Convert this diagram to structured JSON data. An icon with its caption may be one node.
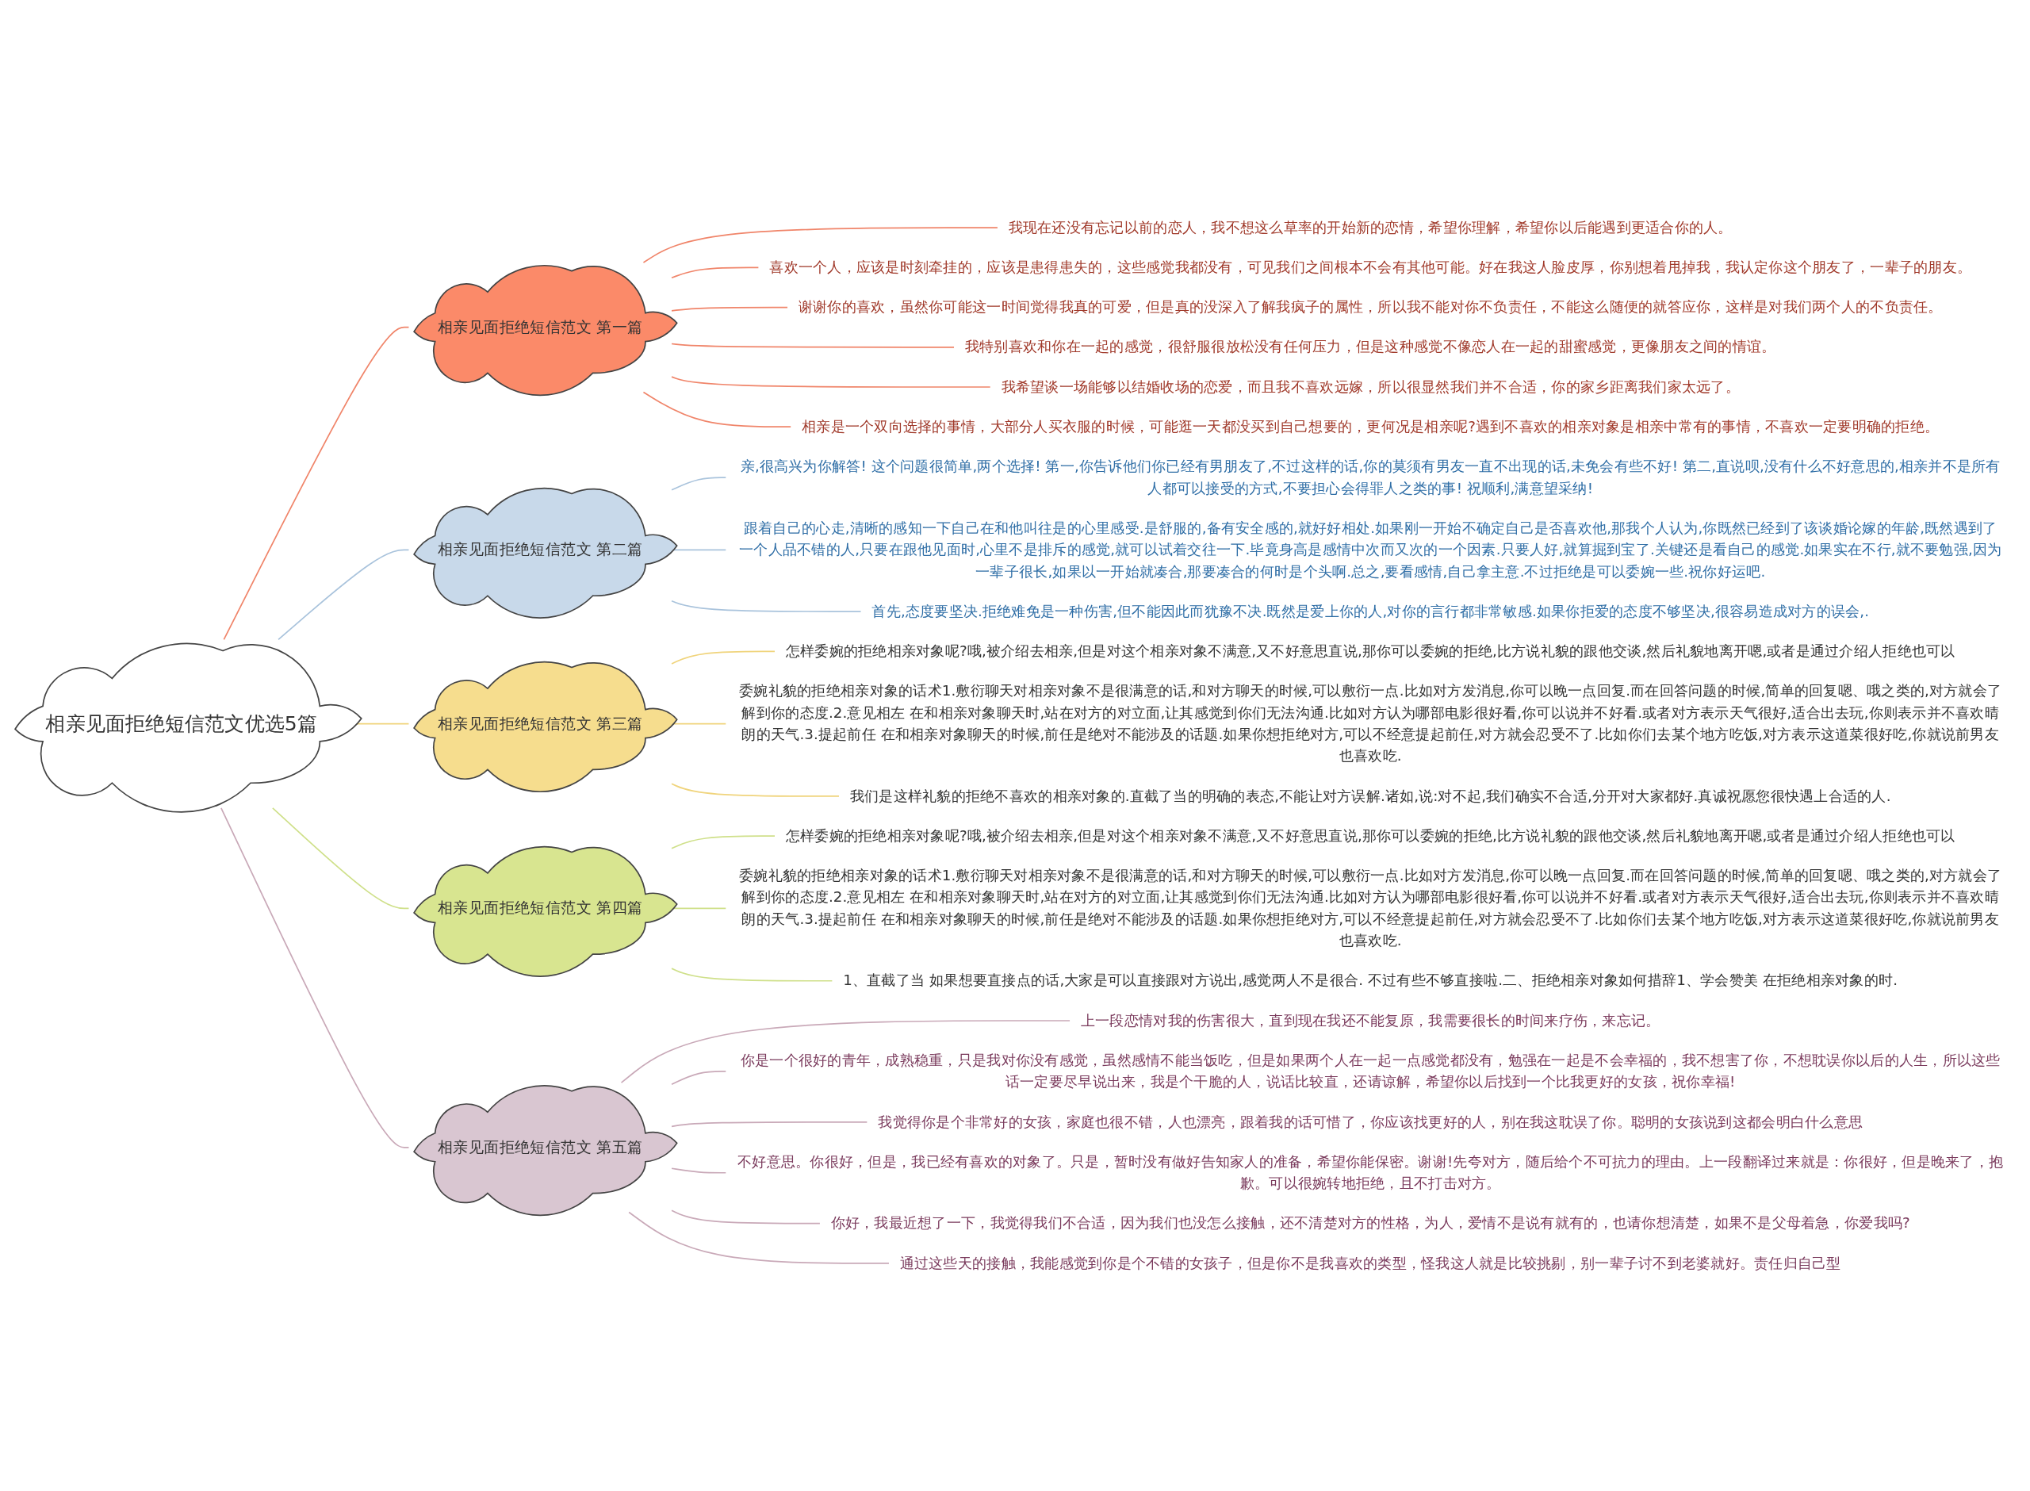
{
  "diagram": {
    "nodes": [
      {
        "text": [
          "相亲见面拒绝短信范文优选5篇"
        ]
      },
      {
        "text": [
          "相亲见面拒绝短信范文 第一篇"
        ]
      },
      {
        "text": [
          "我现在还没有忘记以前的恋人，我不想这么草率的开始新的恋情，希望你理解，希望你以后能遇到更适合你的人。"
        ]
      },
      {
        "text": [
          "喜欢一个人，应该是时刻牵挂的，应该是患得患失的，这些感觉我都没有，可见我们之间根本不会有其他可能。好在我这人脸皮厚，你别想着甩掉我，我认定你这个朋友了，一辈子的朋友。"
        ]
      },
      {
        "text": [
          "谢谢你的喜欢，虽然你可能这一时间觉得我真的可爱，但是真的没深入了解我疯子的属性，所以我不能对你不负责任，不能这么随便的就答应你，这样是对我们两个人的不负责任。"
        ]
      },
      {
        "text": [
          "我特别喜欢和你在一起的感觉，很舒服很放松没有任何压力，但是这种感觉不像恋人在一起的甜蜜感觉，更像朋友之间的情谊。"
        ]
      },
      {
        "text": [
          "我希望谈一场能够以结婚收场的恋爱，而且我不喜欢远嫁，所以很显然我们并不合适，你的家乡距离我们家太远了。"
        ]
      },
      {
        "text": [
          "相亲是一个双向选择的事情，大部分人买衣服的时候，可能逛一天都没买到自己想要的，更何况是相亲呢?遇到不喜欢的相亲对象是相亲中常有的事情，不喜欢一定要明确的拒绝。"
        ]
      },
      {
        "text": [
          "相亲见面拒绝短信范文 第二篇"
        ]
      },
      {
        "text": [
          "亲,很高兴为你解答! 这个问题很简单,两个选择! 第一,你告诉他们你已经有男朋友了,不过这样的话,你的莫须有男友一直不出现的话,未免会有些不好! 第二,直说呗,没有什么不好意思的,相亲并不是所有人都可以接受的方式,不要担心会得罪人之类的事! 祝顺利,满意望采纳!"
        ]
      },
      {
        "text": [
          "跟着自己的心走,清晰的感知一下自己在和他叫往是的心里感受.是舒服的,备有安全感的,就好好相处.如果刚一开始不确定自己是否喜欢他,那我个人认为,你既然已经到了该谈婚论嫁的年龄,既然遇到了一个人品不错的人,只要在跟他见面时,心里不是排斥的感觉,就可以试着交往一下.毕竟身高是感情中次而又次的一个因素.只要人好,就算掘到宝了.关键还是看自己的感觉.如果实在不行,就不要勉强,因为一辈子很长,如果以一开始就凑合,那要凑合的何时是个头啊.总之,要看感情,自己拿主意.不过拒绝是可以委婉一些.祝你好运吧."
        ]
      },
      {
        "text": [
          "首先,态度要坚决.拒绝难免是一种伤害,但不能因此而犹豫不决.既然是爱上你的人,对你的言行都非常敏感.如果你拒爱的态度不够坚决,很容易造成对方的误会,."
        ]
      },
      {
        "text": [
          "相亲见面拒绝短信范文 第三篇"
        ]
      },
      {
        "text": [
          "怎样委婉的拒绝相亲对象呢?哦,被介绍去相亲,但是对这个相亲对象不满意,又不好意思直说,那你可以委婉的拒绝,比方说礼貌的跟他交谈,然后礼貌地离开嗯,或者是通过介绍人拒绝也可以"
        ]
      },
      {
        "text": [
          "委婉礼貌的拒绝相亲对象的话术1.敷衍聊天对相亲对象不是很满意的话,和对方聊天的时候,可以敷衍一点.比如对方发消息,你可以晚一点回复.而在回答问题的时候,简单的回复嗯、哦之类的,对方就会了解到你的态度.2.意见相左 在和相亲对象聊天时,站在对方的对立面,让其感觉到你们无法沟通.比如对方认为哪部电影很好看,你可以说并不好看.或者对方表示天气很好,适合出去玩,你则表示并不喜欢晴朗的天气.3.提起前任 在和相亲对象聊天的时候,前任是绝对不能涉及的话题.如果你想拒绝对方,可以不经意提起前任,对方就会忍受不了.比如你们去某个地方吃饭,对方表示这道菜很好吃,你就说前男友也喜欢吃."
        ]
      },
      {
        "text": [
          "我们是这样礼貌的拒绝不喜欢的相亲对象的.直截了当的明确的表态,不能让对方误解.诸如,说:对不起,我们确实不合适,分开对大家都好.真诚祝愿您很快遇上合适的人."
        ]
      },
      {
        "text": [
          "相亲见面拒绝短信范文 第四篇"
        ]
      },
      {
        "text": [
          "怎样委婉的拒绝相亲对象呢?哦,被介绍去相亲,但是对这个相亲对象不满意,又不好意思直说,那你可以委婉的拒绝,比方说礼貌的跟他交谈,然后礼貌地离开嗯,或者是通过介绍人拒绝也可以"
        ]
      },
      {
        "text": [
          "委婉礼貌的拒绝相亲对象的话术1.敷衍聊天对相亲对象不是很满意的话,和对方聊天的时候,可以敷衍一点.比如对方发消息,你可以晚一点回复.而在回答问题的时候,简单的回复嗯、哦之类的,对方就会了解到你的态度.2.意见相左 在和相亲对象聊天时,站在对方的对立面,让其感觉到你们无法沟通.比如对方认为哪部电影很好看,你可以说并不好看.或者对方表示天气很好,适合出去玩,你则表示并不喜欢晴朗的天气.3.提起前任 在和相亲对象聊天的时候,前任是绝对不能涉及的话题.如果你想拒绝对方,可以不经意提起前任,对方就会忍受不了.比如你们去某个地方吃饭,对方表示这道菜很好吃,你就说前男友也喜欢吃."
        ]
      },
      {
        "text": [
          "1、直截了当 如果想要直接点的话,大家是可以直接跟对方说出,感觉两人不是很合. 不过有些不够直接啦.二、拒绝相亲对象如何措辞1、学会赞美 在拒绝相亲对象的时."
        ]
      },
      {
        "text": [
          "相亲见面拒绝短信范文 第五篇"
        ]
      },
      {
        "text": [
          "上一段恋情对我的伤害很大，直到现在我还不能复原，我需要很长的时间来疗伤，来忘记。"
        ]
      },
      {
        "text": [
          "你是一个很好的青年，成熟稳重，只是我对你没有感觉，虽然感情不能当饭吃，但是如果两个人在一起一点感觉都没有，勉强在一起是不会幸福的，我不想害了你，不想耽误你以后的人生，所以这些话一定要尽早说出来，我是个干脆的人，说话比较直，还请谅解，希望你以后找到一个比我更好的女孩，祝你幸福!"
        ]
      },
      {
        "text": [
          "我觉得你是个非常好的女孩，家庭也很不错，人也漂亮，跟着我的话可惜了，你应该找更好的人，别在我这耽误了你。聪明的女孩说到这都会明白什么意思"
        ]
      },
      {
        "text": [
          "不好意思。你很好，但是，我已经有喜欢的对象了。只是，暂时没有做好告知家人的准备，希望你能保密。谢谢!先夸对方，随后给个不可抗力的理由。上一段翻译过来就是：你很好，但是晚来了，抱歉。可以很婉转地拒绝，且不打击对方。"
        ]
      },
      {
        "text": [
          "你好，我最近想了一下，我觉得我们不合适，因为我们也没怎么接触，还不清楚对方的性格，为人，爱情不是说有就有的，也请你想清楚，如果不是父母着急，你爱我吗?"
        ]
      },
      {
        "text": [
          "通过这些天的接触，我能感觉到你是个不错的女孩子，但是你不是我喜欢的类型，怪我这人就是比较挑剔，别一辈子讨不到老婆就好。责任归自己型"
        ]
      }
    ],
    "edges": [
      {
        "from": 0,
        "to": 1,
        "arrow": "none",
        "color": "#f0856a"
      },
      {
        "from": 1,
        "to": 2,
        "arrow": "none",
        "color": "#f0856a"
      },
      {
        "from": 1,
        "to": 3,
        "arrow": "none",
        "color": "#f0856a"
      },
      {
        "from": 1,
        "to": 4,
        "arrow": "none",
        "color": "#f0856a"
      },
      {
        "from": 1,
        "to": 5,
        "arrow": "none",
        "color": "#f0856a"
      },
      {
        "from": 1,
        "to": 6,
        "arrow": "none",
        "color": "#f0856a"
      },
      {
        "from": 1,
        "to": 7,
        "arrow": "none",
        "color": "#f0856a"
      },
      {
        "from": 0,
        "to": 8,
        "arrow": "none",
        "color": "#a9c3dc"
      },
      {
        "from": 8,
        "to": 9,
        "arrow": "none",
        "color": "#a9c3dc"
      },
      {
        "from": 8,
        "to": 10,
        "arrow": "none",
        "color": "#a9c3dc"
      },
      {
        "from": 8,
        "to": 11,
        "arrow": "none",
        "color": "#a9c3dc"
      },
      {
        "from": 0,
        "to": 12,
        "arrow": "none",
        "color": "#f0d47c"
      },
      {
        "from": 12,
        "to": 13,
        "arrow": "none",
        "color": "#f0d47c"
      },
      {
        "from": 12,
        "to": 14,
        "arrow": "none",
        "color": "#f0d47c"
      },
      {
        "from": 12,
        "to": 15,
        "arrow": "none",
        "color": "#f0d47c"
      },
      {
        "from": 0,
        "to": 16,
        "arrow": "none",
        "color": "#cfe08a"
      },
      {
        "from": 16,
        "to": 17,
        "arrow": "none",
        "color": "#cfe08a"
      },
      {
        "from": 16,
        "to": 18,
        "arrow": "none",
        "color": "#cfe08a"
      },
      {
        "from": 16,
        "to": 19,
        "arrow": "none",
        "color": "#cfe08a"
      },
      {
        "from": 0,
        "to": 20,
        "arrow": "none",
        "color": "#c9a9b8"
      },
      {
        "from": 20,
        "to": 21,
        "arrow": "none",
        "color": "#c9a9b8"
      },
      {
        "from": 20,
        "to": 22,
        "arrow": "none",
        "color": "#c9a9b8"
      },
      {
        "from": 20,
        "to": 23,
        "arrow": "none",
        "color": "#c9a9b8"
      },
      {
        "from": 20,
        "to": 24,
        "arrow": "none",
        "color": "#c9a9b8"
      },
      {
        "from": 20,
        "to": 25,
        "arrow": "none",
        "color": "#c9a9b8"
      },
      {
        "from": 20,
        "to": 26,
        "arrow": "none",
        "color": "#c9a9b8"
      }
    ]
  }
}
